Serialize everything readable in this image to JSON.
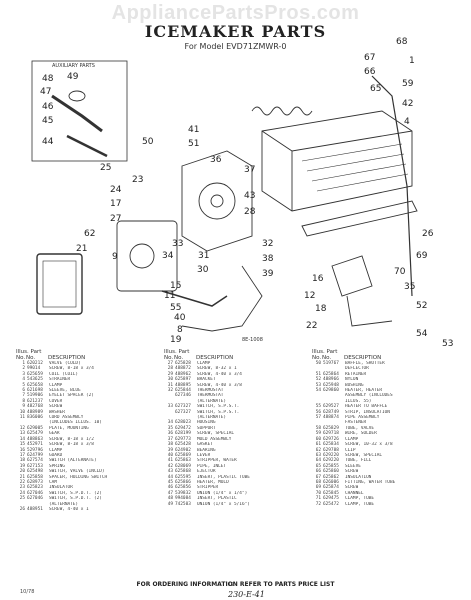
{
  "site_banner": "AppliancePartsPros.com",
  "title": "ICEMAKER PARTS",
  "subtitle": "For Model EVD71ZMWR-0",
  "inset_label": "AUXILIARY PARTS",
  "diagram_code": "8E-1008",
  "callouts": [
    "48",
    "49",
    "47",
    "46",
    "45",
    "44",
    "68",
    "67",
    "66",
    "65",
    "1",
    "59",
    "42",
    "4",
    "41",
    "51",
    "36",
    "37",
    "43",
    "28",
    "50",
    "23",
    "25",
    "24",
    "17",
    "27",
    "62",
    "21",
    "9",
    "33",
    "34",
    "31",
    "30",
    "32",
    "38",
    "39",
    "26",
    "69",
    "70",
    "35",
    "15",
    "11",
    "55",
    "40",
    "8",
    "19",
    "16",
    "12",
    "18",
    "22",
    "52",
    "54",
    "53"
  ],
  "parts_table": {
    "columns": [
      {
        "head1": "Illus. Part",
        "head2_no": "No.",
        "head2_pn": "No.",
        "head2_desc": "DESCRIPTION",
        "rows": [
          {
            "no": "1",
            "pn": "620212",
            "desc": "VALVE (COLD)"
          },
          {
            "no": "2",
            "pn": "99014",
            "desc": "SCREW, 8-18 x 3/4"
          },
          {
            "no": "3",
            "pn": "625659",
            "desc": "COIL (COIL)"
          },
          {
            "no": "4",
            "pn": "543625",
            "desc": "STRAINER"
          },
          {
            "no": "5",
            "pn": "625658",
            "desc": "CLAMP"
          },
          {
            "no": "6",
            "pn": "621698",
            "desc": "SLEEVE, BLUE"
          },
          {
            "no": "7",
            "pn": "519906",
            "desc": "EYELET SPACER (2)"
          },
          {
            "no": "8",
            "pn": "621237",
            "desc": "COVER"
          },
          {
            "no": "9",
            "pn": "482768",
            "desc": "SCREW"
          },
          {
            "no": "10",
            "pn": "488989",
            "desc": "WASHER"
          },
          {
            "no": "11",
            "pn": "836006",
            "desc": "CORD ASSEMBLY"
          },
          {
            "no": "",
            "pn": "",
            "desc": "(INCLUDES ILLUS. 10)"
          },
          {
            "no": "12",
            "pn": "629005",
            "desc": "PLATE, MOUNTING"
          },
          {
            "no": "13",
            "pn": "625479",
            "desc": "GEAR"
          },
          {
            "no": "14",
            "pn": "488863",
            "desc": "SCREW, 8-18 x 1/2"
          },
          {
            "no": "15",
            "pn": "452971",
            "desc": "SCREW, 8-18 x 3/8"
          },
          {
            "no": "16",
            "pn": "529796",
            "desc": "CLAMP"
          },
          {
            "no": "17",
            "pn": "624799",
            "desc": "GUARD"
          },
          {
            "no": "18",
            "pn": "627574",
            "desc": "SWITCH (ALTERNATE)"
          },
          {
            "no": "19",
            "pn": "627153",
            "desc": "SPRING"
          },
          {
            "no": "20",
            "pn": "625498",
            "desc": "SWITCH, VALVE (INCLD)"
          },
          {
            "no": "21",
            "pn": "625858",
            "desc": "SPACER, HOLDING SWITCH"
          },
          {
            "no": "22",
            "pn": "628973",
            "desc": "CAM"
          },
          {
            "no": "23",
            "pn": "625823",
            "desc": "INSULATOR"
          },
          {
            "no": "24",
            "pn": "627046",
            "desc": "SWITCH, S.P.D.T. (2)"
          },
          {
            "no": "25",
            "pn": "627046",
            "desc": "SWITCH, S.P.D.T. (2)"
          },
          {
            "no": "",
            "pn": "",
            "desc": "(ALTERNATE)"
          },
          {
            "no": "26",
            "pn": "488951",
            "desc": "SCREW, 4-40 x 1"
          }
        ]
      },
      {
        "head1": "Illus. Part",
        "head2_no": "No.",
        "head2_pn": "No.",
        "head2_desc": "DESCRIPTION",
        "rows": [
          {
            "no": "27",
            "pn": "625828",
            "desc": "CLAMP"
          },
          {
            "no": "28",
            "pn": "488872",
            "desc": "SCREW, 8-32 x 1"
          },
          {
            "no": "29",
            "pn": "488962",
            "desc": "SCREW, 4-40 x 3/4"
          },
          {
            "no": "30",
            "pn": "625897",
            "desc": "BRACKET"
          },
          {
            "no": "31",
            "pn": "488895",
            "desc": "SCREW, 4-40 x 3/8"
          },
          {
            "no": "32",
            "pn": "625844",
            "desc": "THERMOSTAT"
          },
          {
            "no": "",
            "pn": "627346",
            "desc": "THERMOSTAT"
          },
          {
            "no": "",
            "pn": "",
            "desc": "(ALTERNATE)"
          },
          {
            "no": "33",
            "pn": "627327",
            "desc": "SWITCH, S.P.S.T."
          },
          {
            "no": "",
            "pn": "627327",
            "desc": "SWITCH, S.P.S.T."
          },
          {
            "no": "",
            "pn": "",
            "desc": "(ALTERNATE)"
          },
          {
            "no": "34",
            "pn": "628023",
            "desc": "HOUSING"
          },
          {
            "no": "35",
            "pn": "629472",
            "desc": "SUPPORT"
          },
          {
            "no": "36",
            "pn": "628199",
            "desc": "SCREW, SPECIAL"
          },
          {
            "no": "37",
            "pn": "629773",
            "desc": "MOLD ASSEMBLY"
          },
          {
            "no": "38",
            "pn": "625428",
            "desc": "GASKET"
          },
          {
            "no": "39",
            "pn": "624902",
            "desc": "BEARING"
          },
          {
            "no": "40",
            "pn": "625869",
            "desc": "LEVER"
          },
          {
            "no": "41",
            "pn": "625863",
            "desc": "STRIPPER, WATER"
          },
          {
            "no": "42",
            "pn": "628069",
            "desc": "PIPE, INLET"
          },
          {
            "no": "43",
            "pn": "625868",
            "desc": "EJECTOR"
          },
          {
            "no": "44",
            "pn": "625595",
            "desc": "INSERT, PLASTIC TUBE"
          },
          {
            "no": "45",
            "pn": "625866",
            "desc": "HEATER, MOLD"
          },
          {
            "no": "46",
            "pn": "625856",
            "desc": "STRIPPER"
          },
          {
            "no": "47",
            "pn": "539832",
            "desc": "UNION (1/4\" x 1/4\")"
          },
          {
            "no": "48",
            "pn": "994084",
            "desc": "INSERT, PLASTIC"
          },
          {
            "no": "49",
            "pn": "742503",
            "desc": "UNION (1/4\" x 5/16\")"
          }
        ]
      },
      {
        "head1": "Illus. Part",
        "head2_no": "No.",
        "head2_pn": "No.",
        "head2_desc": "DESCRIPTION",
        "rows": [
          {
            "no": "50",
            "pn": "519767",
            "desc": "BAFFLE, SHUTTER"
          },
          {
            "no": "",
            "pn": "",
            "desc": "DEFLECTOR"
          },
          {
            "no": "51",
            "pn": "625864",
            "desc": "RETAINER"
          },
          {
            "no": "52",
            "pn": "488966",
            "desc": "NYLON"
          },
          {
            "no": "53",
            "pn": "625948",
            "desc": "BUSHING"
          },
          {
            "no": "54",
            "pn": "629860",
            "desc": "HEATER, HEATER"
          },
          {
            "no": "",
            "pn": "",
            "desc": "ASSEMBLY (INCLUDES"
          },
          {
            "no": "",
            "pn": "",
            "desc": "ILLUS. 55)"
          },
          {
            "no": "55",
            "pn": "629527",
            "desc": "HEATER TO BAFFLE"
          },
          {
            "no": "56",
            "pn": "628749",
            "desc": "STRIP, INSULATION"
          },
          {
            "no": "57",
            "pn": "488874",
            "desc": "PIPE ASSEMBLY"
          },
          {
            "no": "",
            "pn": "",
            "desc": "FASTENER"
          },
          {
            "no": "58",
            "pn": "625829",
            "desc": "TUBE, VALVE"
          },
          {
            "no": "59",
            "pn": "629718",
            "desc": "WIRE, SOLDER"
          },
          {
            "no": "60",
            "pn": "629726",
            "desc": "CLAMP"
          },
          {
            "no": "61",
            "pn": "625834",
            "desc": "SCREW, 10-32 x 3/8"
          },
          {
            "no": "62",
            "pn": "629788",
            "desc": "CLIP"
          },
          {
            "no": "63",
            "pn": "629220",
            "desc": "SCREW, SPECIAL"
          },
          {
            "no": "64",
            "pn": "629220",
            "desc": "TUBE, FILL"
          },
          {
            "no": "65",
            "pn": "625855",
            "desc": "SLEEVE"
          },
          {
            "no": "66",
            "pn": "625860",
            "desc": "SCREW"
          },
          {
            "no": "67",
            "pn": "625862",
            "desc": "INSULATION"
          },
          {
            "no": "68",
            "pn": "626006",
            "desc": "FITTING, WATER TUBE"
          },
          {
            "no": "69",
            "pn": "625874",
            "desc": "SCREW"
          },
          {
            "no": "70",
            "pn": "625845",
            "desc": "CHANNEL"
          },
          {
            "no": "71",
            "pn": "629475",
            "desc": "CLAMP, TUBE"
          },
          {
            "no": "72",
            "pn": "625472",
            "desc": "CLAMP, TUBE"
          }
        ]
      }
    ]
  },
  "footer": "FOR ORDERING INFORMATION REFER TO PARTS PRICE LIST",
  "footnote": "10/78",
  "page_number": "12",
  "handwritten_note": "230-E-41"
}
